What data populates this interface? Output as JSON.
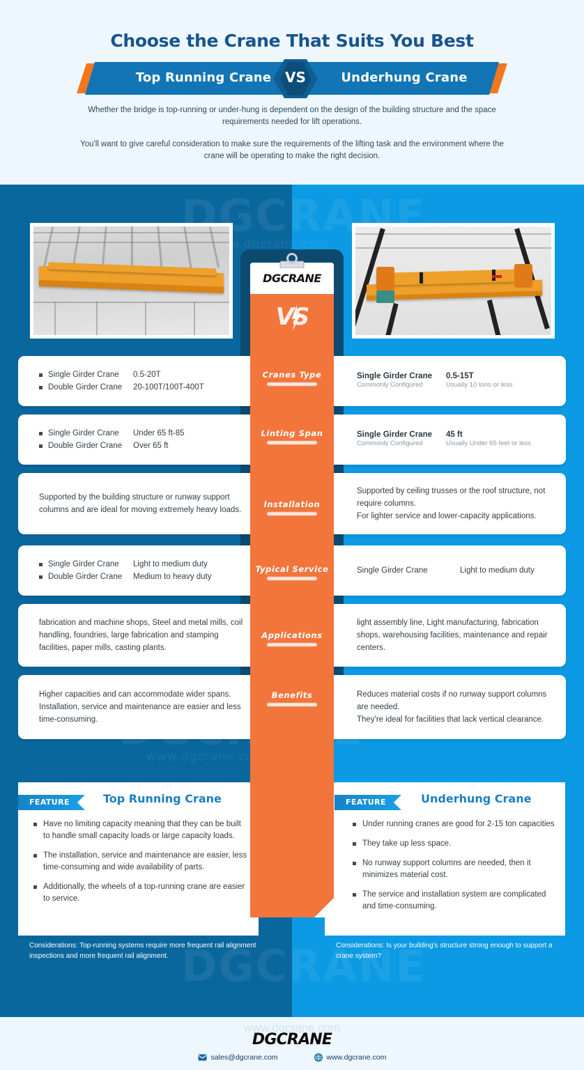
{
  "header": {
    "title": "Choose the Crane That Suits You Best",
    "banner": {
      "left_label": "Top Running Crane",
      "vs": "VS",
      "right_label": "Underhung Crane"
    },
    "intro_1": "Whether the bridge is top-running or under-hung is dependent on the design of the building structure and the space requirements needed for lift operations.",
    "intro_2": "You'll want to give careful consideration to make sure the requirements of the lifting task and the environment where the crane will be operating to make the right decision."
  },
  "center": {
    "logo": "DGCRANE",
    "vs": "VS",
    "labels": [
      "Cranes Type",
      "Linting Span",
      "Installation",
      "Typical Service",
      "Applications",
      "Benefits"
    ]
  },
  "left_column": {
    "crane_image_alt": "top running overhead crane in factory",
    "rows": [
      {
        "type": "bullets",
        "items": [
          {
            "key": "Single Girder Crane",
            "value": "0.5-20T"
          },
          {
            "key": "Double Girder Crane",
            "value": "20-100T/100T-400T"
          }
        ]
      },
      {
        "type": "bullets",
        "items": [
          {
            "key": "Single Girder Crane",
            "value": "Under 65 ft-85"
          },
          {
            "key": "Double Girder Crane",
            "value": "Over 65 ft"
          }
        ]
      },
      {
        "type": "paragraph",
        "text": "Supported by the building structure or runway support columns and are ideal for moving extremely heavy loads."
      },
      {
        "type": "bullets",
        "items": [
          {
            "key": "Single Girder Crane",
            "value": "Light to medium duty"
          },
          {
            "key": "Double Girder Crane",
            "value": "Medium to heavy duty"
          }
        ]
      },
      {
        "type": "paragraph",
        "text": "fabrication and machine shops, Steel and metal mills, coil handling, foundries, large fabrication and stamping facilities, paper mills, casting plants."
      },
      {
        "type": "paragraph",
        "text": "Higher capacities and can accommodate wider spans. Installation, service and maintenance are easier and less time-consuming."
      }
    ]
  },
  "right_column": {
    "crane_image_alt": "underhung crane mounted to ceiling",
    "rows": [
      {
        "type": "kv",
        "col1_main": "Single Girder Crane",
        "col1_sub": "Commonly Configured",
        "col2_main": "0.5-15T",
        "col2_sub": "Usually 10 tons or less"
      },
      {
        "type": "kv",
        "col1_main": "Single Girder Crane",
        "col1_sub": "Commonly Configured",
        "col2_main": "45 ft",
        "col2_sub": "Usually Under 65 feet or less"
      },
      {
        "type": "paragraph",
        "text": "Supported by ceiling trusses or the roof structure, not require columns.\nFor lighter service and lower-capacity applications."
      },
      {
        "type": "plain",
        "col1": "Single Girder Crane",
        "col2": "Light to medium duty"
      },
      {
        "type": "paragraph",
        "text": "light assembly line, Light manufacturing, fabrication shops, warehousing facilities, maintenance and repair centers."
      },
      {
        "type": "paragraph",
        "text": "Reduces material costs if no runway support columns are needed.\nThey're ideal for facilities that lack vertical clearance."
      }
    ]
  },
  "feature_left": {
    "ribbon": "FEATURE",
    "title": "Top Running Crane",
    "items": [
      "Have no limiting capacity meaning that they can be built to handle small capacity loads or large capacity loads.",
      "The installation, service and maintenance are easier,   less time-consuming and wide availability of parts.",
      "Additionally, the wheels of a top-running crane are easier to service."
    ],
    "considerations": "Considerations: Top-running systems require more frequent rail alignment inspections and more frequent rail alignment."
  },
  "feature_right": {
    "ribbon": "FEATURE",
    "title": "Underhung Crane",
    "items": [
      "Under running cranes are good for 2-15 ton capacities",
      "They take up less space.",
      "No runway support columns are needed, then it minimizes material cost.",
      "The service and installation system are complicated and time-consuming."
    ],
    "considerations": "Considerations:  Is your building's structure strong enough to support a crane system?"
  },
  "watermarks": {
    "brand": "DGCRANE",
    "site": "www.dgcrane.com"
  },
  "footer": {
    "logo": "DGCRANE",
    "email": "sales@dgcrane.com",
    "website": "www.dgcrane.com",
    "watermark": "www.dgcrane.com"
  },
  "colors": {
    "page_bg": "#eef7fd",
    "title_blue": "#17548f",
    "left_blue": "#0a679e",
    "right_blue": "#0b9ae3",
    "orange": "#f2753c",
    "navy": "#0c4a70",
    "banner_blue": "#1275b5"
  }
}
